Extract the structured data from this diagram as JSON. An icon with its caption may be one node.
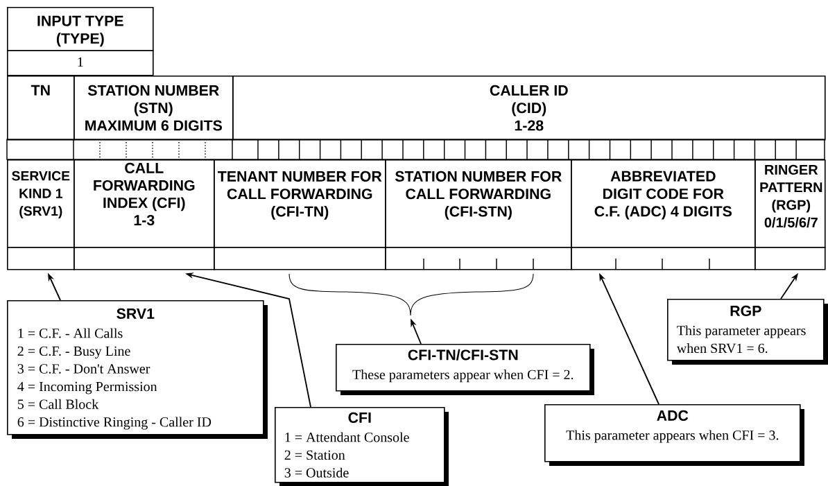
{
  "diagram": {
    "nodes": [
      {
        "text": [
          "INPUT TYPE (TYPE)"
        ]
      },
      {
        "text": [
          "1"
        ]
      },
      {
        "text": [
          "TN"
        ]
      },
      {
        "text": [
          "STATION NUMBER (STN)",
          "MAXIMUM 6 DIGITS"
        ]
      },
      {
        "text": [
          "CALLER ID (CID)",
          "1-28"
        ]
      },
      {
        "text": [
          "SERVICE KIND 1 (SRV1)"
        ]
      },
      {
        "text": [
          "CALL FORWARDING INDEX (CFI)",
          "1-3"
        ]
      },
      {
        "text": [
          "TENANT NUMBER FOR CALL FORWARDING (CFI-TN)"
        ]
      },
      {
        "text": [
          "STATION NUMBER FOR CALL FORWARDING (CFI-STN)"
        ]
      },
      {
        "text": [
          "ABBREVIATED DIGIT CODE FOR C.F. (ADC) 4 DIGITS"
        ]
      },
      {
        "text": [
          "RINGER PATTERN (RGP) 0/1/5/6/7"
        ]
      },
      {
        "text": [],
        "shape": "box"
      },
      {
        "text": [],
        "shape": "box"
      },
      {
        "text": [],
        "shape": "box"
      },
      {
        "text": [],
        "shape": "box"
      },
      {
        "text": [],
        "shape": "box"
      },
      {
        "text": [],
        "shape": "box"
      },
      {
        "text": [
          "SRV1",
          "1 = C.F. - All Calls",
          "2 = C.F. - Busy Line",
          "3 = C.F. - Don't Answer",
          "4 = Incoming Permission",
          "5 = Call Block",
          "6 = Distinctive Ringing - Caller ID"
        ]
      },
      {
        "text": [
          "RGP",
          "This parameter appears when SRV1 = 6."
        ]
      },
      {
        "text": [
          "CFI-TN/CFI-STN",
          "These parameters appear when CFI = 2."
        ]
      },
      {
        "text": [
          "CFI",
          "1 = Attendant Console",
          "2 = Station",
          "3 = Outside"
        ]
      },
      {
        "text": [
          "ADC",
          "This parameter appears when CFI = 3."
        ]
      },
      {
        "text": [],
        "shape": "brace"
      }
    ],
    "edges": [
      {
        "from": 17,
        "to": 11,
        "arrow": "to"
      },
      {
        "from": 18,
        "to": 16,
        "arrow": "to"
      },
      {
        "from": 19,
        "to": 22,
        "arrow": "to"
      },
      {
        "from": 20,
        "to": 12,
        "arrow": "to"
      },
      {
        "from": 21,
        "to": 15,
        "arrow": "to"
      }
    ]
  }
}
